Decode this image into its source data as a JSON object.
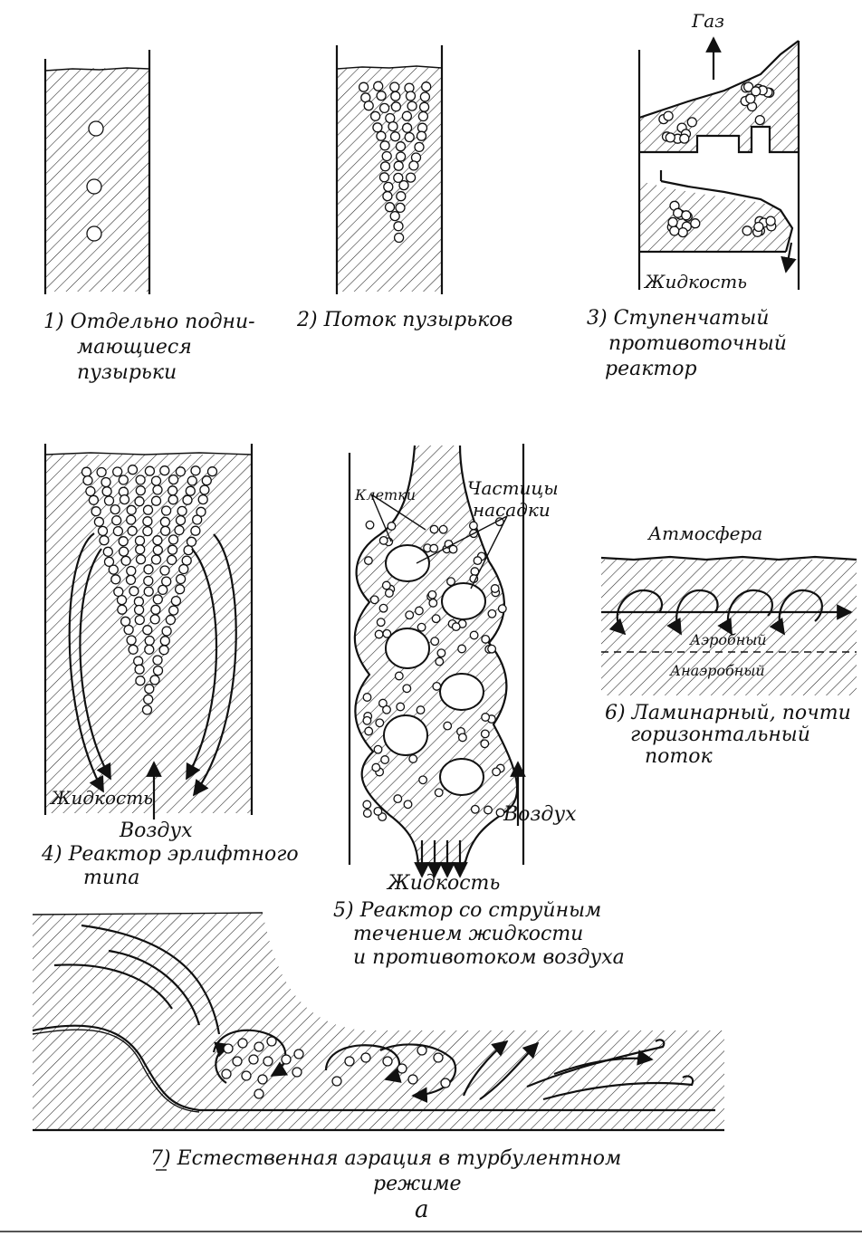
{
  "panel1": {
    "caption": [
      "1) Отдельно подни-",
      "мающиеся",
      "пузырьки"
    ]
  },
  "panel2": {
    "caption": [
      "2) Поток пузырьков"
    ]
  },
  "panel3": {
    "caption": [
      "3) Ступенчатый",
      "противоточный",
      "реактор"
    ],
    "gas": "Газ",
    "liquid": "Жидкость"
  },
  "panel4": {
    "caption": [
      "4) Реактор эрлифтного",
      "типа"
    ],
    "air": "Воздух",
    "liquid": "Жидкость"
  },
  "panel5": {
    "caption": [
      "5) Реактор со струйным",
      "течением жидкости",
      "и противотоком воздуха"
    ],
    "cells": "Клетки",
    "packing": [
      "Частицы",
      "насадки"
    ],
    "air": "Воздух",
    "liquid": "Жидкость"
  },
  "panel6": {
    "caption": [
      "6) Ламинарный, почти",
      "горизонтальный",
      "поток"
    ],
    "atmosphere": "Атмосфера",
    "aerobic": "Аэробный",
    "anaerobic": "Анаэробный"
  },
  "panel7": {
    "caption": [
      "7) Естественная аэрация в турбулентном",
      "режиме"
    ]
  },
  "figure_letter": "а"
}
